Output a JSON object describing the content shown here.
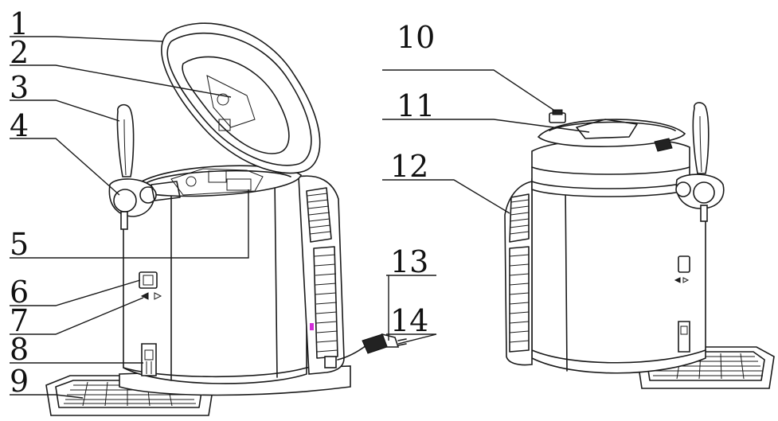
{
  "diagram": {
    "callouts": [
      {
        "id": "1",
        "label": "1"
      },
      {
        "id": "2",
        "label": "2"
      },
      {
        "id": "3",
        "label": "3"
      },
      {
        "id": "4",
        "label": "4"
      },
      {
        "id": "5",
        "label": "5"
      },
      {
        "id": "6",
        "label": "6"
      },
      {
        "id": "7",
        "label": "7"
      },
      {
        "id": "8",
        "label": "8"
      },
      {
        "id": "9",
        "label": "9"
      },
      {
        "id": "10",
        "label": "10"
      },
      {
        "id": "11",
        "label": "11"
      },
      {
        "id": "12",
        "label": "12"
      },
      {
        "id": "13",
        "label": "13"
      },
      {
        "id": "14",
        "label": "14"
      }
    ],
    "colors": {
      "line": "#1a1a1a",
      "marker": "#d22bd8",
      "background": "#ffffff"
    }
  }
}
